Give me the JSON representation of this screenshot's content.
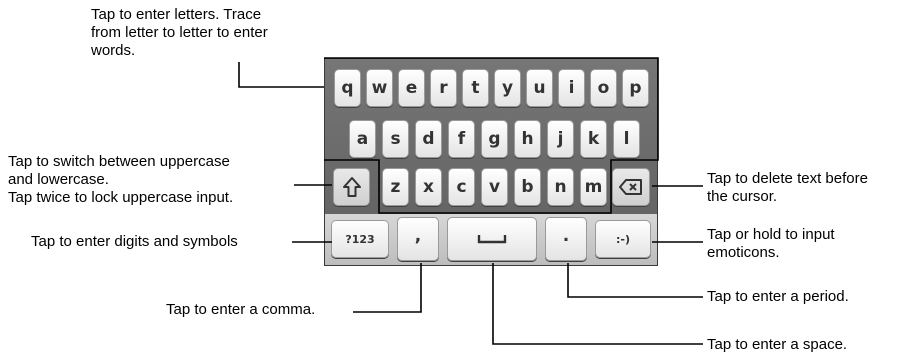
{
  "keyboard": {
    "row1": [
      "q",
      "w",
      "e",
      "r",
      "t",
      "y",
      "u",
      "i",
      "o",
      "p"
    ],
    "row2": [
      "a",
      "s",
      "d",
      "f",
      "g",
      "h",
      "j",
      "k",
      "l"
    ],
    "row3": [
      "z",
      "x",
      "c",
      "v",
      "b",
      "n",
      "m"
    ],
    "numbers_key": "?123",
    "comma_key": ",",
    "period_key": ".",
    "emoticon_key": ":-)"
  },
  "callouts": {
    "letters_line1": "Tap to enter letters. Trace",
    "letters_line2": "from letter to letter to enter",
    "letters_line3": "words.",
    "shift_line1": "Tap to switch between uppercase",
    "shift_line2": "and lowercase.",
    "shift_line3": "Tap twice to lock uppercase input.",
    "digits": "Tap to enter digits and symbols",
    "comma": "Tap to enter a comma.",
    "delete_line1": "Tap to delete text before",
    "delete_line2": "the cursor.",
    "emoticons_line1": "Tap or hold to input",
    "emoticons_line2": "emoticons.",
    "period": "Tap to enter a period.",
    "space": "Tap to enter a space."
  },
  "icons": {
    "shift": "shift-arrow-icon",
    "delete": "backspace-icon",
    "space": "space-bar-icon"
  }
}
